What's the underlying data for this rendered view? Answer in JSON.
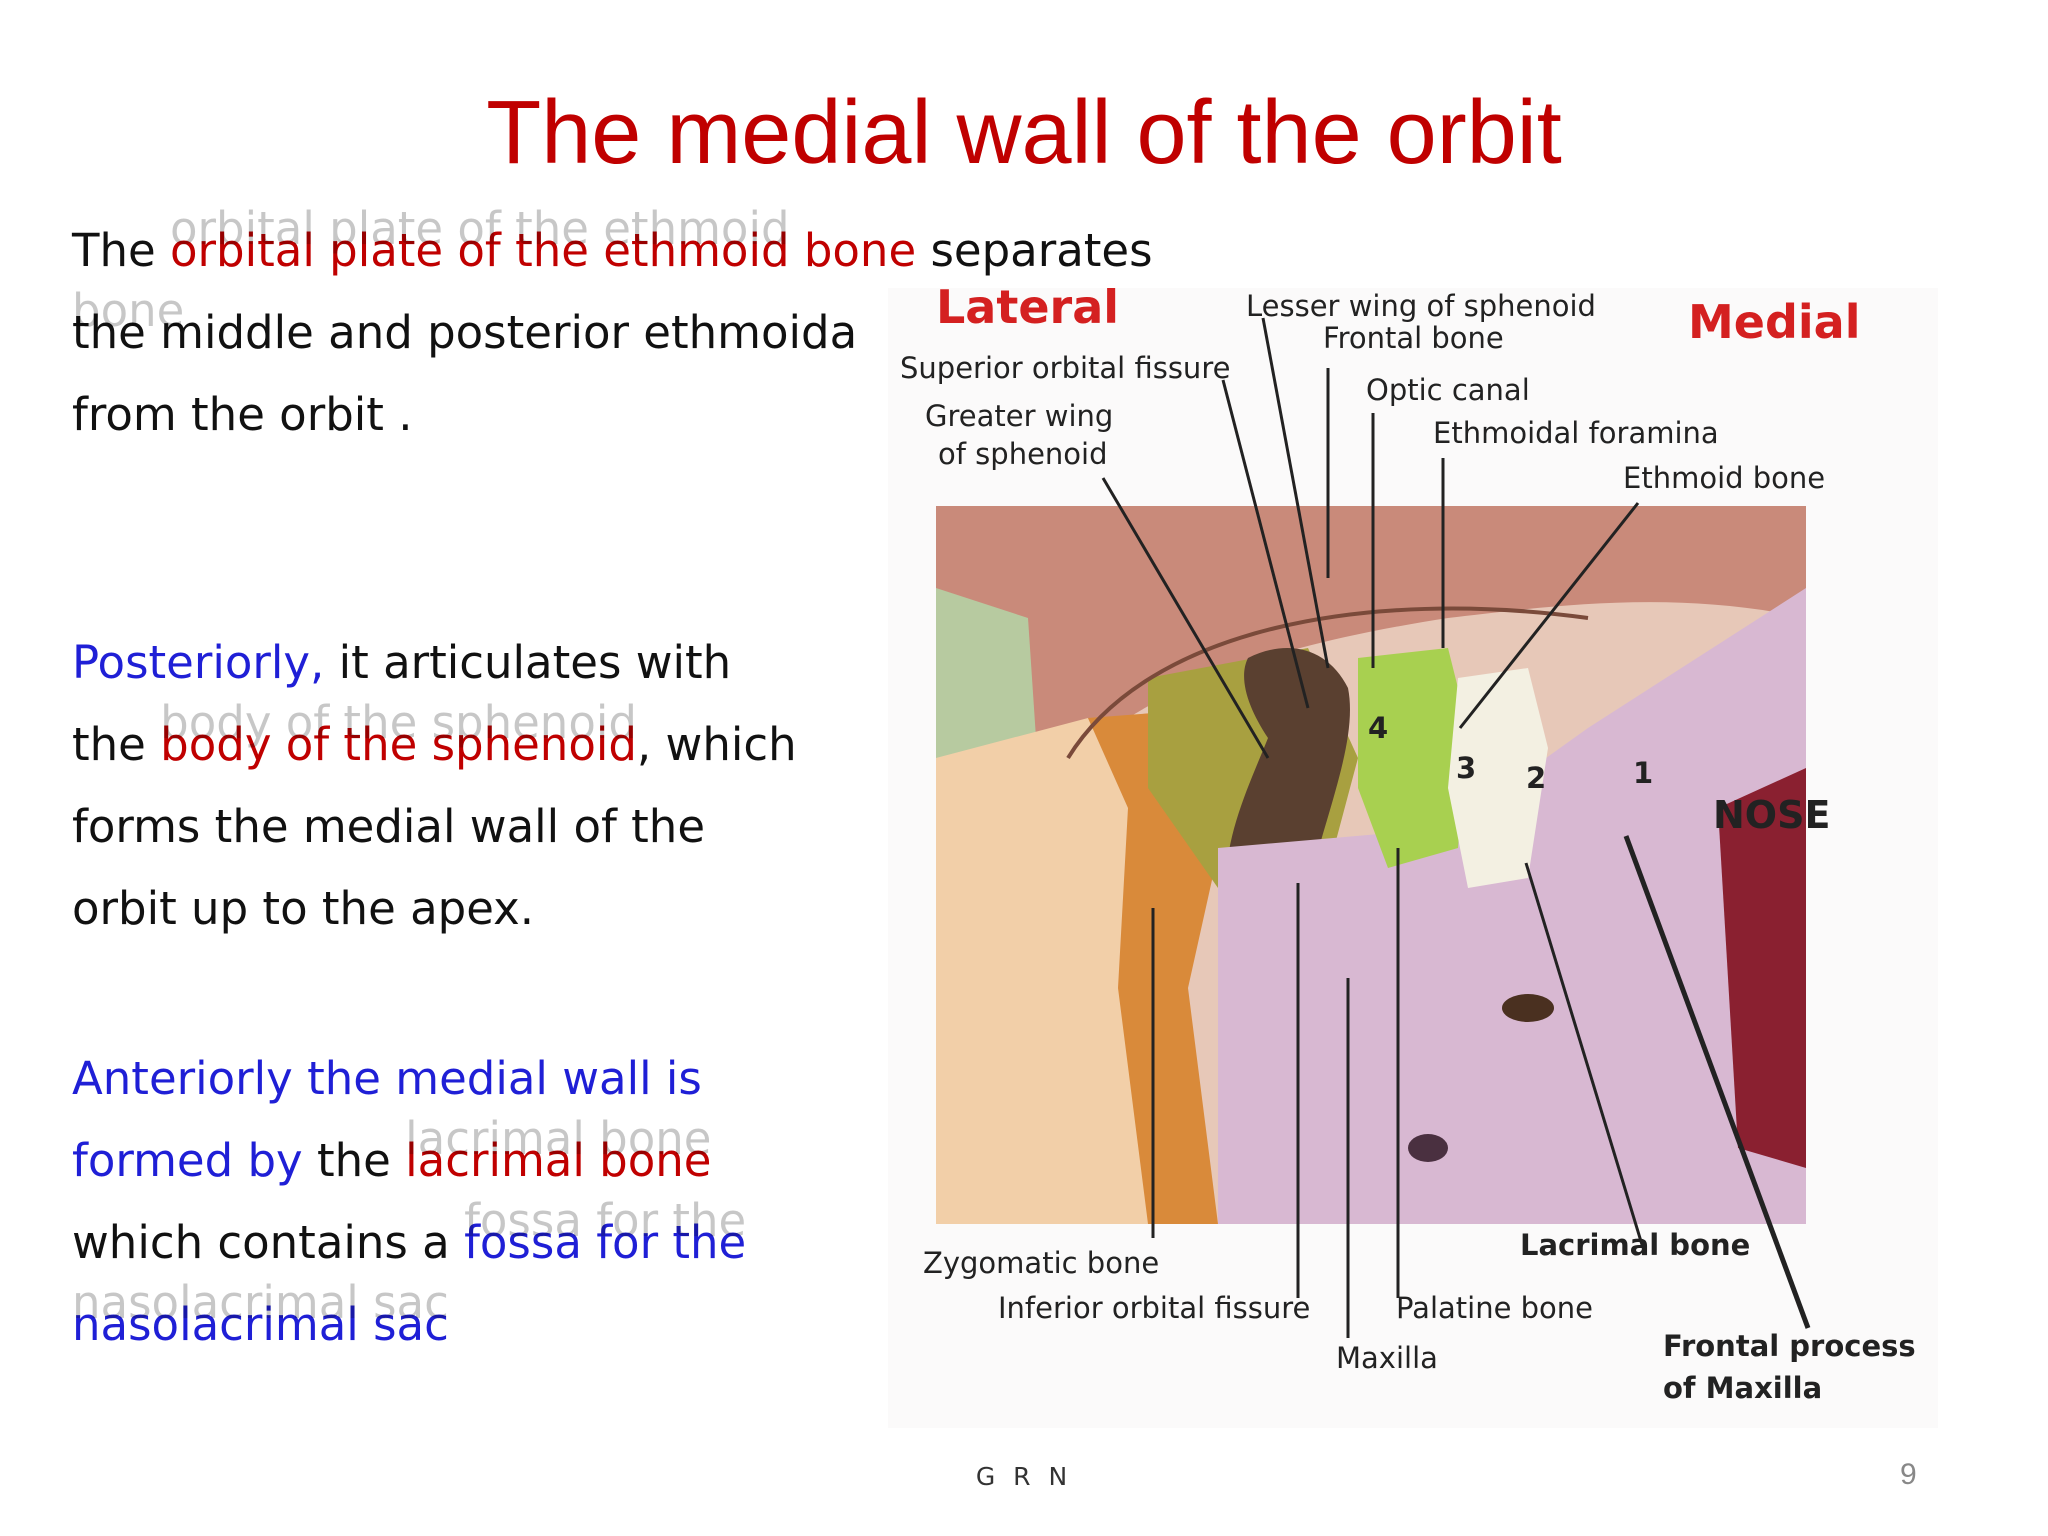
{
  "slide": {
    "title": "The medial wall of the orbit",
    "footer": "G R N",
    "page_number": "9"
  },
  "paragraph1": {
    "line1_prefix": "The ",
    "line1_term": "orbital plate of the ethmoid bone",
    "line1_suffix": " separates",
    "ghost_term": "orbital plate of the ethmoid",
    "ghost_term2": "bone",
    "line2": "the middle and posterior ethmoida",
    "line3": "from the orbit ."
  },
  "paragraph2": {
    "lead": "Posteriorly,",
    "line1_rest": " it articulates with",
    "line2_prefix": "the ",
    "line2_term": "body of the sphenoid",
    "ghost_term": "body of the sphenoid",
    "line2_suffix": ", which",
    "line3": "forms the medial wall of the",
    "line4": "orbit up to the apex."
  },
  "paragraph3": {
    "line1": "Anteriorly  the medial wall is",
    "line2_blue": "formed by",
    "line2_mid": " the ",
    "line2_term": "lacrimal bone",
    "ghost_term": "lacrimal bone",
    "line3_prefix": "which  contains a ",
    "line3_term": "fossa for the",
    "ghost_term2": "fossa for the",
    "line4_term": "nasolacrimal sac",
    "ghost_term3": "nasolacrimal sac"
  },
  "figure": {
    "lateral": "Lateral",
    "medial": "Medial",
    "lesser_wing": "Lesser wing of sphenoid",
    "frontal_bone": "Frontal bone",
    "superior_orbital_fissure": "Superior orbital fissure",
    "optic_canal": "Optic canal",
    "greater_wing_1": "Greater wing",
    "greater_wing_2": "of sphenoid",
    "ethmoidal_foramina": "Ethmoidal foramina",
    "ethmoid_bone": "Ethmoid bone",
    "num1": "1",
    "num2": "2",
    "num3": "3",
    "num4": "4",
    "nose": "NOSE",
    "zygomatic_bone": "Zygomatic bone",
    "inferior_orbital_fissure": "Inferior orbital fissure",
    "maxilla": "Maxilla",
    "palatine_bone": "Palatine bone",
    "lacrimal_bone": "Lacrimal bone",
    "frontal_process_1": "Frontal process",
    "frontal_process_2": "of Maxilla",
    "colors": {
      "lateral_medial_red": "#d42020",
      "frontal": "#c98a7a",
      "zygomatic": "#f2cfa8",
      "greater_wing": "#a8a040",
      "ethmoid": "#a8d050",
      "lacrimal": "#f3f0e2",
      "maxilla": "#d8b8d2",
      "sphenoid_body": "#d98a3a"
    }
  }
}
